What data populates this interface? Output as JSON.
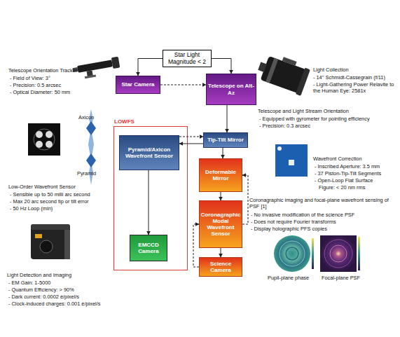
{
  "diagram": {
    "nodes": [
      {
        "text": [
          "Star Light Magnitude < 2"
        ]
      },
      {
        "text": [
          "Star Camera"
        ]
      },
      {
        "text": [
          "Telescope on Alt-Az"
        ]
      },
      {
        "text": [
          "LOWFS"
        ]
      },
      {
        "text": [
          "Pyramid/Axicon Wavefront Sensor"
        ],
        "in": 3
      },
      {
        "text": [
          "EMCCD Camera"
        ],
        "in": 3
      },
      {
        "text": [
          "Tip-Tilt Mirror"
        ]
      },
      {
        "text": [
          "Deformable Mirror"
        ]
      },
      {
        "text": [
          "Coronagraphic Modal Wavefront Sensor"
        ]
      },
      {
        "text": [
          "Science Camera"
        ]
      }
    ],
    "edges": [
      {
        "from": 0,
        "to": 1,
        "arrow": "to"
      },
      {
        "from": 0,
        "to": 2,
        "arrow": "to"
      },
      {
        "from": 1,
        "to": 2,
        "arrow": "to"
      },
      {
        "from": 2,
        "to": 6,
        "arrow": "to"
      },
      {
        "from": 6,
        "to": 4,
        "arrow": "to"
      },
      {
        "from": 4,
        "to": 6,
        "arrow": "to"
      },
      {
        "from": 6,
        "to": 7,
        "arrow": "to"
      },
      {
        "from": 4,
        "to": 5,
        "arrow": "to"
      },
      {
        "from": 7,
        "to": 8,
        "arrow": "to"
      },
      {
        "from": 8,
        "to": 9,
        "arrow": "to"
      },
      {
        "from": 8,
        "to": 7,
        "arrow": "to"
      },
      {
        "from": 9,
        "to": 8,
        "arrow": "to"
      }
    ],
    "labels": [
      "Telescope Orientation Tracker",
      "- Field of View: 3°",
      "- Precision: 0.5 arcsec",
      "- Optical Diameter: 50 mm",
      "Axicon",
      "Pyramid",
      "Low-Order Wavefront Sensor",
      "- Sensible up to 50 milli arc second",
      "- Max 20 arc second tip or tilt error",
      "- 50 Hz Loop (min)",
      "Light Detection and Imaging",
      "- EM Gain: 1-5000",
      "- Quantum Efficiency: > 90%",
      "- Dark current: 0.0002 é/pixel/s",
      "- Clock-induced charges: 0.001 é/pixel/s",
      "Light Collection",
      "- 14'' Schmidt-Cassegrain (f/11)",
      "- Light-Gathering Power Relavite to the Human Eye: 2581x",
      "Telescope and Light Stream Orientation",
      "- Equipped with gyrometer for pointing efficiency",
      "- Precision: 0.3 arcsec",
      "Wavefront Correction",
      "- Inscribed Aperture: 3.5 mm",
      "- 37 Piston-Tip-Tilt Segments",
      "- Open-Loop Flat Surface",
      "Figure: < 20 nm rms",
      "Coronagraphic imaging and focal-plane wavefront sensing of PSF [1]",
      "- No invasive modification of the science PSF",
      "- Does not require Fourier transforms",
      "- Display holographic PFS copies",
      "Pupil-plane phase",
      "Focal-plane PSF"
    ]
  }
}
